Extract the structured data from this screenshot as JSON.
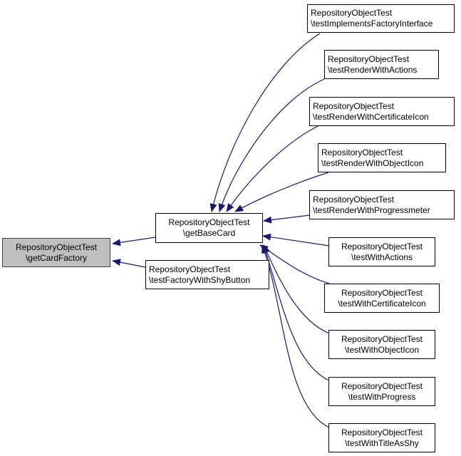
{
  "diagram": {
    "colors": {
      "edge": "#191970",
      "root_fill": "#bfbfbf",
      "node_fill": "#ffffff",
      "border": "#000000"
    },
    "nodes": [
      {
        "id": "root",
        "line1": "RepositoryObjectTest",
        "line2": "\\getCardFactory"
      },
      {
        "id": "base",
        "line1": "RepositoryObjectTest",
        "line2": "\\getBaseCard"
      },
      {
        "id": "shy",
        "line1": "RepositoryObjectTest",
        "line2": "\\testFactoryWithShyButton"
      },
      {
        "id": "n1",
        "line1": "RepositoryObjectTest",
        "line2": "\\testImplementsFactoryInterface"
      },
      {
        "id": "n2",
        "line1": "RepositoryObjectTest",
        "line2": "\\testRenderWithActions"
      },
      {
        "id": "n3",
        "line1": "RepositoryObjectTest",
        "line2": "\\testRenderWithCertificateIcon"
      },
      {
        "id": "n4",
        "line1": "RepositoryObjectTest",
        "line2": "\\testRenderWithObjectIcon"
      },
      {
        "id": "n5",
        "line1": "RepositoryObjectTest",
        "line2": "\\testRenderWithProgressmeter"
      },
      {
        "id": "n6",
        "line1": "RepositoryObjectTest",
        "line2": "\\testWithActions"
      },
      {
        "id": "n7",
        "line1": "RepositoryObjectTest",
        "line2": "\\testWithCertificateIcon"
      },
      {
        "id": "n8",
        "line1": "RepositoryObjectTest",
        "line2": "\\testWithObjectIcon"
      },
      {
        "id": "n9",
        "line1": "RepositoryObjectTest",
        "line2": "\\testWithProgress"
      },
      {
        "id": "n10",
        "line1": "RepositoryObjectTest",
        "line2": "\\testWithTitleAsShy"
      }
    ],
    "edges": [
      {
        "from": "base",
        "to": "root"
      },
      {
        "from": "shy",
        "to": "root"
      },
      {
        "from": "n1",
        "to": "base"
      },
      {
        "from": "n2",
        "to": "base"
      },
      {
        "from": "n3",
        "to": "base"
      },
      {
        "from": "n4",
        "to": "base"
      },
      {
        "from": "n5",
        "to": "base"
      },
      {
        "from": "n6",
        "to": "base"
      },
      {
        "from": "n7",
        "to": "base"
      },
      {
        "from": "n8",
        "to": "base"
      },
      {
        "from": "n9",
        "to": "base"
      },
      {
        "from": "n10",
        "to": "base"
      }
    ]
  }
}
